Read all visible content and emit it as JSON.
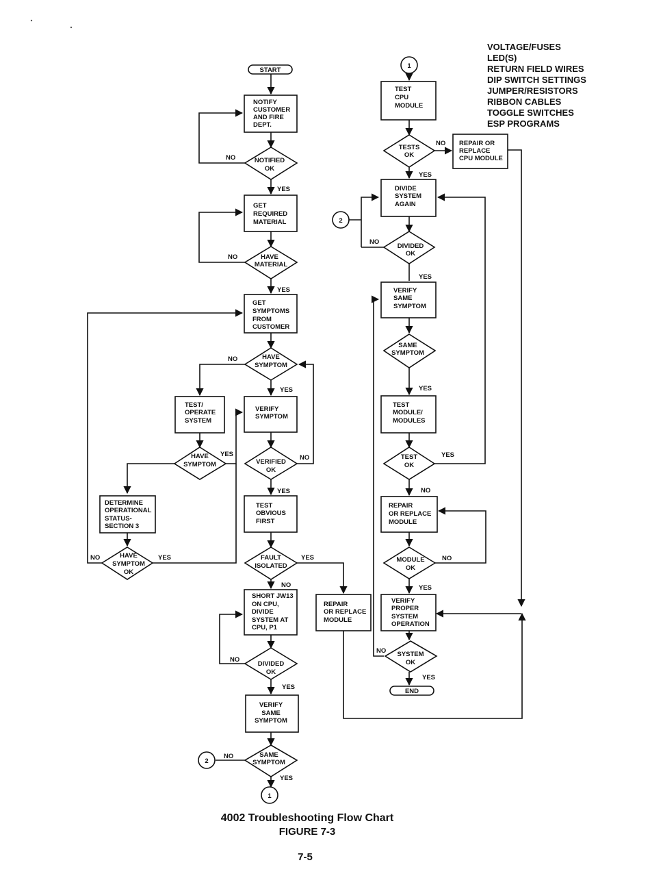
{
  "side_list": [
    "VOLTAGE/FUSES",
    "LED(S)",
    "RETURN FIELD WIRES",
    "DIP SWITCH SETTINGS",
    "JUMPER/RESISTORS",
    "RIBBON CABLES",
    "TOGGLE SWITCHES",
    "ESP PROGRAMS"
  ],
  "nodes": {
    "start": "START",
    "notify": [
      "NOTIFY",
      "CUSTOMER",
      "AND FIRE",
      "DEPT."
    ],
    "notified_ok": [
      "NOTIFIED",
      "OK"
    ],
    "get_material": [
      "GET",
      "REQUIRED",
      "MATERIAL"
    ],
    "have_material": [
      "HAVE",
      "MATERIAL"
    ],
    "get_symptoms": [
      "GET",
      "SYMPTOMS",
      "FROM",
      "CUSTOMER"
    ],
    "have_symptom_1": [
      "HAVE",
      "SYMPTOM"
    ],
    "test_operate": [
      "TEST/",
      "OPERATE",
      "SYSTEM"
    ],
    "have_symptom_2": [
      "HAVE",
      "SYMPTOM"
    ],
    "determine_status": [
      "DETERMINE",
      "OPERATIONAL",
      "STATUS-",
      "SECTION 3"
    ],
    "have_symptom_ok": [
      "HAVE",
      "SYMPTOM",
      "OK"
    ],
    "verify_symptom": [
      "VERIFY",
      "SYMPTOM"
    ],
    "verified_ok": [
      "VERIFIED",
      "OK"
    ],
    "test_obvious": [
      "TEST",
      "OBVIOUS",
      "FIRST"
    ],
    "fault_isolated": [
      "FAULT",
      "ISOLATED"
    ],
    "repair_module_left": [
      "REPAIR",
      "OR REPLACE",
      "MODULE"
    ],
    "short_jw13": [
      "SHORT JW13",
      "ON CPU,",
      "DIVIDE",
      "SYSTEM AT",
      "CPU, P1"
    ],
    "divided_ok_left": [
      "DIVIDED",
      "OK"
    ],
    "verify_same_left": [
      "VERIFY",
      "SAME",
      "SYMPTOM"
    ],
    "same_symptom_left": [
      "SAME",
      "SYMPTOM"
    ],
    "connector_1_top": "1",
    "connector_1_bottom": "1",
    "connector_2_left": "2",
    "connector_2_right": "2",
    "test_cpu": [
      "TEST",
      "CPU",
      "MODULE"
    ],
    "tests_ok": [
      "TESTS",
      "OK"
    ],
    "repair_cpu": [
      "REPAIR OR",
      "REPLACE",
      "CPU MODULE"
    ],
    "divide_again": [
      "DIVIDE",
      "SYSTEM",
      "AGAIN"
    ],
    "divided_ok_right": [
      "DIVIDED",
      "OK"
    ],
    "verify_same_right": [
      "VERIFY",
      "SAME",
      "SYMPTOM"
    ],
    "same_symptom_right": [
      "SAME",
      "SYMPTOM"
    ],
    "test_modules": [
      "TEST",
      "MODULE/",
      "MODULES"
    ],
    "test_ok": [
      "TEST",
      "OK"
    ],
    "repair_module_right": [
      "REPAIR",
      "OR REPLACE",
      "MODULE"
    ],
    "module_ok": [
      "MODULE",
      "OK"
    ],
    "verify_proper": [
      "VERIFY",
      "PROPER",
      "SYSTEM",
      "OPERATION"
    ],
    "system_ok": [
      "SYSTEM",
      "OK"
    ],
    "end": "END"
  },
  "labels": {
    "yes": "YES",
    "no": "NO"
  },
  "caption": {
    "title": "4002 Troubleshooting Flow Chart",
    "figure": "FIGURE 7-3",
    "page": "7-5"
  }
}
